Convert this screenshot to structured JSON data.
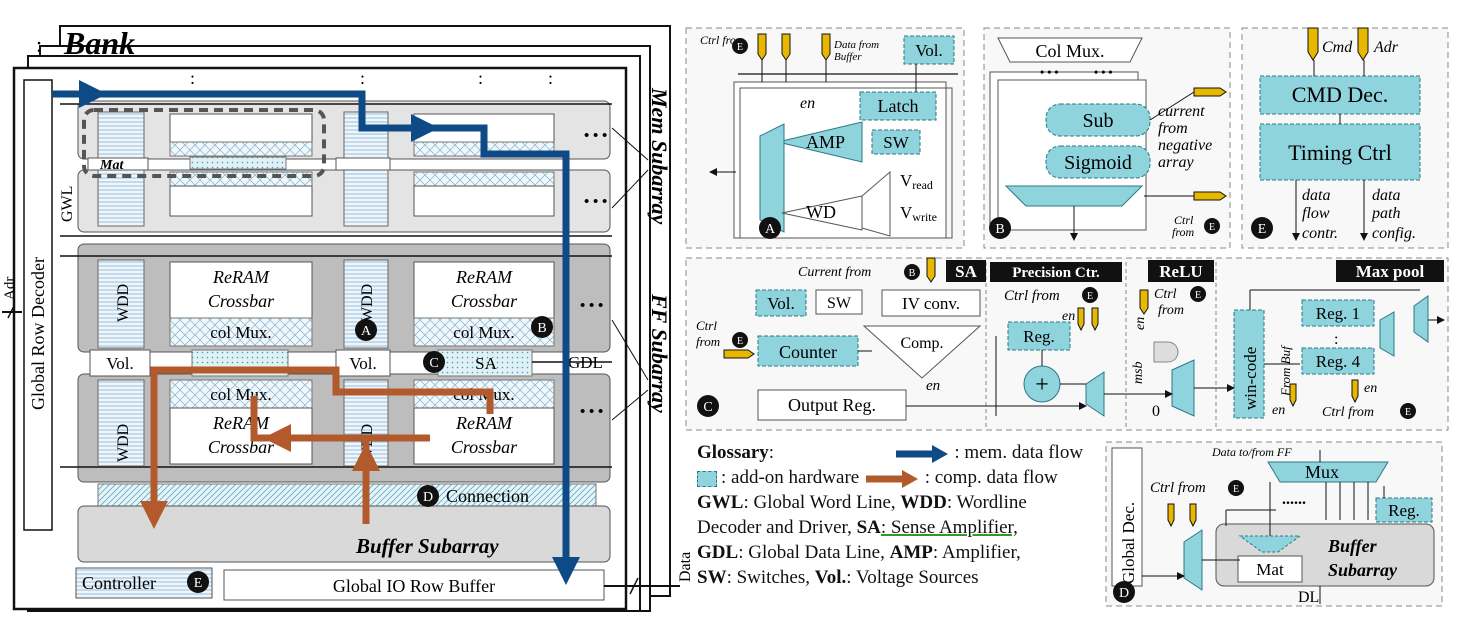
{
  "bank": {
    "title": "Bank",
    "global_row_decoder": "Global Row Decoder",
    "adr": "Adr",
    "gwl": "GWL",
    "mat": "Mat",
    "mem_subarray": "Mem Subarray",
    "ff_subarray": "FF Subarray",
    "wdd": "WDD",
    "reram": "ReRAM",
    "crossbar": "Crossbar",
    "col_mux": "col Mux.",
    "vol": "Vol.",
    "sa": "SA",
    "gdl": "GDL",
    "connection": "Connection",
    "buffer_subarray": "Buffer Subarray",
    "controller": "Controller",
    "global_io": "Global IO Row Buffer",
    "data": "Data",
    "ellipsis": "• • •",
    "vdots": ":"
  },
  "markers": {
    "a": "A",
    "b": "B",
    "c": "C",
    "d": "D",
    "e": "E"
  },
  "panel_a": {
    "ctrl_from": "Ctrl from",
    "data_from_buffer_1": "Data from",
    "data_from_buffer_2": "Buffer",
    "vol": "Vol.",
    "latch": "Latch",
    "en": "en",
    "amp": "AMP",
    "sw": "SW",
    "wd": "WD",
    "v": "V",
    "read": "read",
    "write": "write"
  },
  "panel_b": {
    "col_mux": "Col Mux.",
    "sub": "Sub",
    "sigmoid": "Sigmoid",
    "current_1": "current",
    "current_2": "from",
    "current_3": "negative",
    "current_4": "array",
    "ctrl": "Ctrl",
    "from": "from"
  },
  "panel_e": {
    "cmd": "Cmd",
    "adr": "Adr",
    "cmd_dec": "CMD Dec.",
    "timing_ctrl": "Timing Ctrl",
    "data": "data",
    "flow": "flow",
    "contr": "contr.",
    "path": "path",
    "config": "config."
  },
  "panel_c": {
    "sa_tag": "SA",
    "precision_tag": "Precision Ctr.",
    "relu_tag": "ReLU",
    "maxpool_tag": "Max pool",
    "current_from": "Current from",
    "vol": "Vol.",
    "sw": "SW",
    "iv_conv": "IV conv.",
    "ctrl": "Ctrl",
    "from": "from",
    "counter": "Counter",
    "comp": "Comp.",
    "en": "en",
    "output_reg": "Output Reg.",
    "ctrl_from": "Ctrl from",
    "reg": "Reg.",
    "msb": "msb",
    "zero": "0",
    "win_code": "win-code",
    "from_buf": "From Buf",
    "reg1": "Reg. 1",
    "reg4": "Reg. 4",
    "plus": "+",
    "dots": ":"
  },
  "panel_d": {
    "global_dec": "Global Dec.",
    "data_to_from_ff": "Data to/from FF",
    "mux": "Mux",
    "ctrl_from": "Ctrl from",
    "dots": "......",
    "reg": "Reg.",
    "buffer": "Buffer",
    "subarray": "Subarray",
    "mat": "Mat",
    "dl": "DL"
  },
  "glossary": {
    "title": "Glossary",
    "mem_flow": ": mem. data flow",
    "addon": ": add-on hardware",
    "comp_flow": ": comp. data flow",
    "gwl_key": "GWL",
    "gwl_val": ": Global Word Line, ",
    "wdd_key": "WDD",
    "wdd_val": ": Wordline",
    "wdd_val2": "Decoder and Driver, ",
    "sa_key": "SA",
    "sa_val": ": Sense Amplifier,",
    "gdl_key": "GDL",
    "gdl_val": ": Global Data Line, ",
    "amp_key": "AMP",
    "amp_val": ": Amplifier,",
    "sw_key": "SW",
    "sw_val": ": Switches, ",
    "vol_key": "Vol.",
    "vol_val": ": Voltage Sources"
  },
  "colors": {
    "addon": "#8fd3dc",
    "mem_flow": "#0e4a86",
    "comp_flow": "#b25a2c",
    "gray": "#d9d9d9",
    "black": "#111111",
    "gold": "#e8b800"
  }
}
